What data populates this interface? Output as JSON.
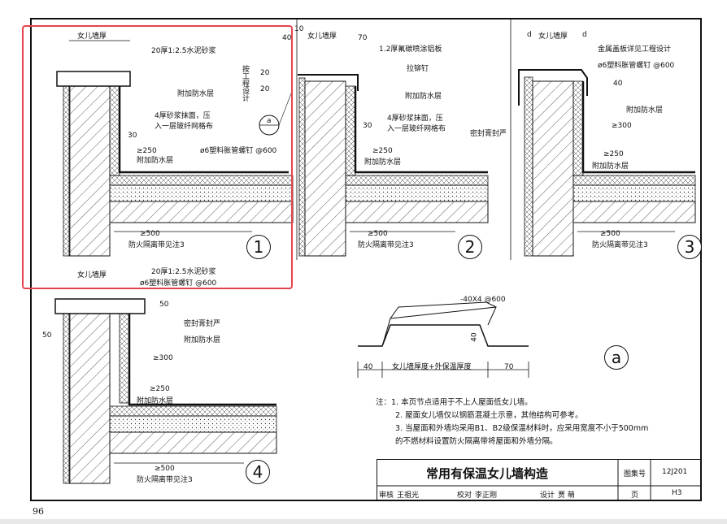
{
  "sheet": {
    "page_number": "96",
    "title": "常用有保温女儿墙构造",
    "atlas_label": "图集号",
    "atlas_no": "12J201",
    "page_label": "页",
    "page_code": "H3",
    "review_label": "审核",
    "reviewer": "王祖光",
    "proof_label": "校对",
    "proofer": "李正刚",
    "design_label": "设计",
    "designer": "贾 萌"
  },
  "details": {
    "d1": {
      "number": "1",
      "parapet_thickness": "女儿墙厚",
      "mortar_cap": "20厚1:2.5水泥砂浆",
      "extra_waterproof": "附加防水层",
      "mesh_note_1": "4厚砂浆抹面，压",
      "mesh_note_2": "入一层玻纤网格布",
      "dim_30": "30",
      "dim_250": "≥250",
      "extra_waterproof_2": "附加防水层",
      "anchor_bolt": "ø6塑料胀管螺钉 @600",
      "dim_500": "≥500",
      "fire_strip": "防火隔离带见注3"
    },
    "d2": {
      "number": "2",
      "dim_40": "40",
      "dim_10": "10",
      "parapet_thickness": "女儿墙厚",
      "dim_70": "70",
      "aluminum_plate": "1.2厚氟碳喷涂铝板",
      "rivet": "拉铆钉",
      "engineering_design": "按工程设计",
      "dim_20a": "20",
      "dim_20b": "20",
      "detail_ref": "a",
      "extra_waterproof": "附加防水层",
      "mesh_note_1": "4厚砂浆抹面，压",
      "mesh_note_2": "入一层玻纤网格布",
      "dim_30": "30",
      "dim_250": "≥250",
      "extra_waterproof_2": "附加防水层",
      "dim_500": "≥500",
      "fire_strip": "防火隔离带见注3"
    },
    "d3": {
      "number": "3",
      "dim_d1": "d",
      "dim_d2": "d",
      "parapet_thickness": "女儿墙厚",
      "metal_cap": "金属盖板详见工程设计",
      "anchor_bolt": "ø6塑料胀管螺钉 @600",
      "dim_40": "40",
      "extra_waterproof": "附加防水层",
      "dim_300": "≥300",
      "sealant": "密封膏封严",
      "dim_250": "≥250",
      "extra_waterproof_2": "附加防水层",
      "dim_500": "≥500",
      "fire_strip": "防火隔离带见注3"
    },
    "d4": {
      "number": "4",
      "parapet_thickness": "女儿墙厚",
      "mortar_cap": "20厚1:2.5水泥砂浆",
      "anchor_bolt": "ø6塑料胀管螺钉 @600",
      "dim_50a": "50",
      "dim_50b": "50",
      "sealant": "密封膏封严",
      "extra_waterproof": "附加防水层",
      "dim_300": "≥300",
      "dim_250": "≥250",
      "extra_waterproof_2": "附加防水层",
      "dim_500": "≥500",
      "fire_strip": "防火隔离带见注3"
    },
    "da": {
      "number": "a",
      "size": "-40X4 @600",
      "dim_40_h": "40",
      "dim_40": "40",
      "middle": "女儿墙厚度+外保温厚度",
      "dim_70": "70"
    }
  },
  "notes": {
    "label": "注：",
    "items": [
      "1. 本页节点适用于不上人屋面低女儿墙。",
      "2. 屋面女儿墙仅以钢筋混凝土示意，其他结构可参考。",
      "3. 当屋面和外墙均采用B1、B2级保温材料时，应采用宽度不小于500mm",
      "    的不燃材料设置防火隔离带将屋面和外墙分隔。"
    ]
  },
  "colors": {
    "highlight": "#e8434d",
    "ink": "#111111"
  }
}
